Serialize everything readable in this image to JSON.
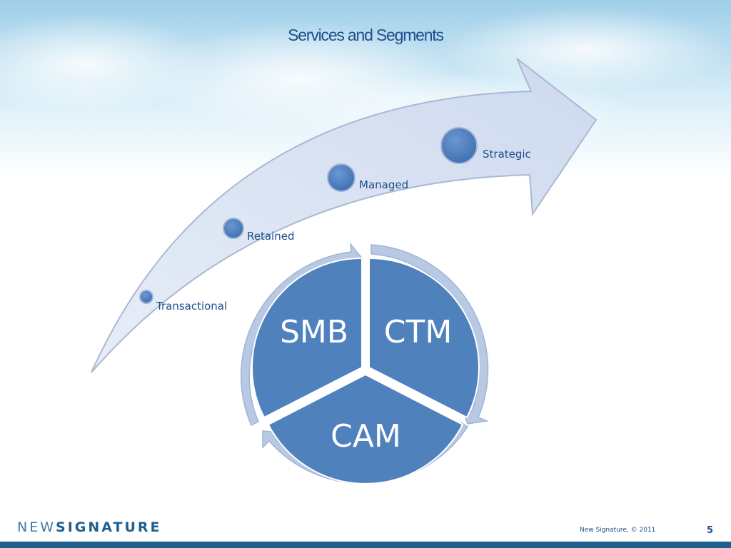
{
  "slide": {
    "title": "Services and Segments"
  },
  "progression": {
    "stages": [
      {
        "label": "Transactional"
      },
      {
        "label": "Retained"
      },
      {
        "label": "Managed"
      },
      {
        "label": "Strategic"
      }
    ]
  },
  "cycle": {
    "segments": [
      {
        "label": "SMB"
      },
      {
        "label": "CTM"
      },
      {
        "label": "CAM"
      }
    ]
  },
  "footer": {
    "logo_bold": "NEW",
    "logo_rest": "SIGNATURE",
    "copyright": "New Signature, © 2011",
    "page_number": "5"
  },
  "colors": {
    "title": "#1f4e8c",
    "node_fill": "#4f81bd",
    "arrow_fill": "#d6dff0",
    "ring_fill": "#b9c9e4",
    "footer_bar": "#1f5f8e"
  }
}
